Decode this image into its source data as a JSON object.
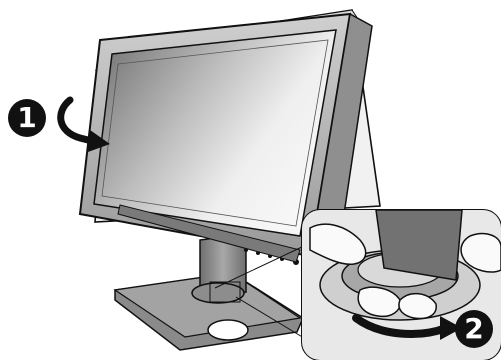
{
  "steps": {
    "step1": "1",
    "step2": "2"
  },
  "illustration": {
    "subject": "monitor-rotation-instruction",
    "colors": {
      "outline": "#111111",
      "screen_dark": "#6e6e6e",
      "screen_light": "#ededed",
      "stand": "#8c8c8c",
      "background": "#ffffff"
    }
  }
}
